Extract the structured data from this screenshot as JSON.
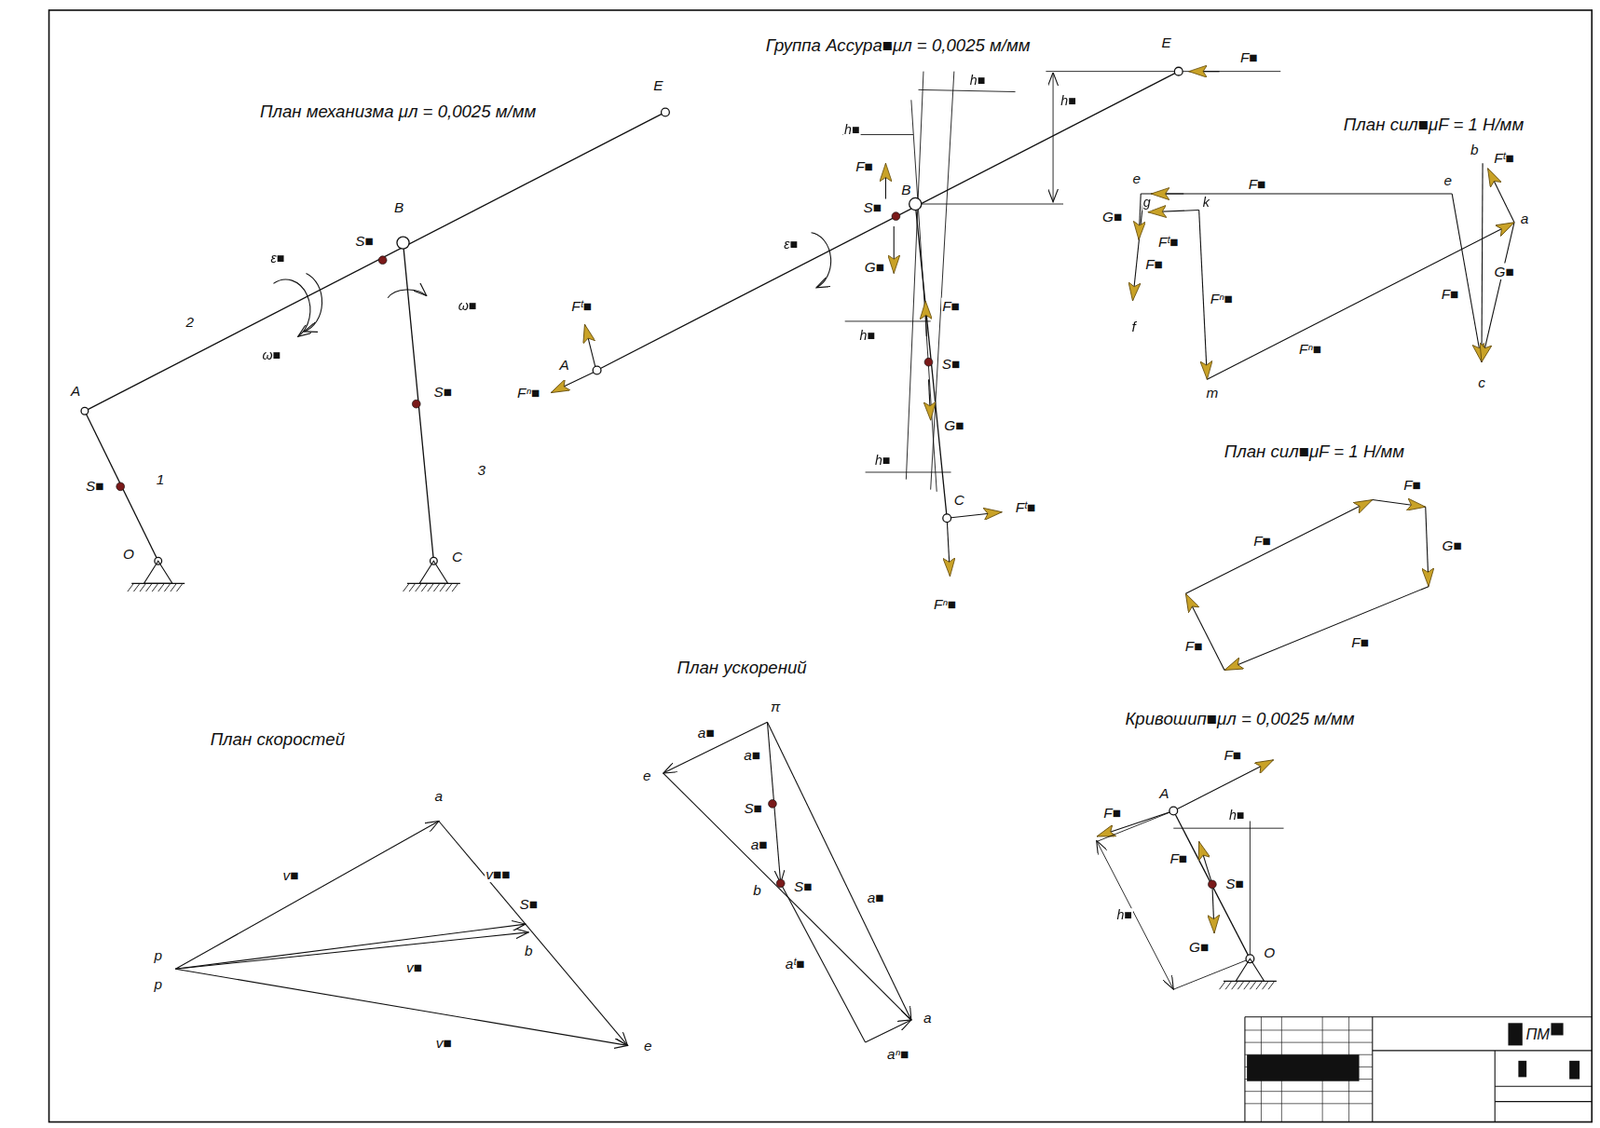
{
  "diagram": {
    "labels": [
      "План механизма  μл = 0,0025 м/мм",
      "Группа Ассура■μл = 0,0025 м/мм",
      "План сил■μF = 1 Н/мм",
      "План сил■μF = 1 Н/мм",
      "План ускорений",
      "План скоростей",
      "Кривошип■μл = 0,0025 м/мм",
      "E",
      "B",
      "S■",
      "A",
      "ε■",
      "ω■",
      "2",
      "ω■",
      "S■",
      "1",
      "S■",
      "3",
      "O",
      "C",
      "E",
      "F■",
      "h■",
      "h■",
      "h■",
      "F■",
      "B",
      "S■",
      "ε■",
      "G■",
      "Fᵗ■",
      "A",
      "Fⁿ■",
      "F■",
      "h■",
      "S■",
      "G■",
      "h■",
      "C",
      "Fᵗ■",
      "Fⁿ■",
      "e",
      "F■",
      "e",
      "b",
      "Fᵗ■",
      "G■",
      "g",
      "k",
      "Fᵗ■",
      "a",
      "G■",
      "F■",
      "Fⁿ■",
      "F■",
      "f",
      "Fⁿ■",
      "c",
      "m",
      "F■",
      "F■",
      "G■",
      "F■",
      "F■",
      "F■",
      "A",
      "F■",
      "h■",
      "F■",
      "S■",
      "h■",
      "G■",
      "O",
      "a",
      "v■",
      "v■■",
      "S■",
      "p",
      "b",
      "v■",
      "p",
      "v■",
      "e",
      "π",
      "a■",
      "e",
      "a■",
      "S■",
      "a■",
      "b",
      "S■",
      "a■",
      "aᵗ■",
      "a",
      "aⁿ■",
      "ПМ"
    ]
  }
}
